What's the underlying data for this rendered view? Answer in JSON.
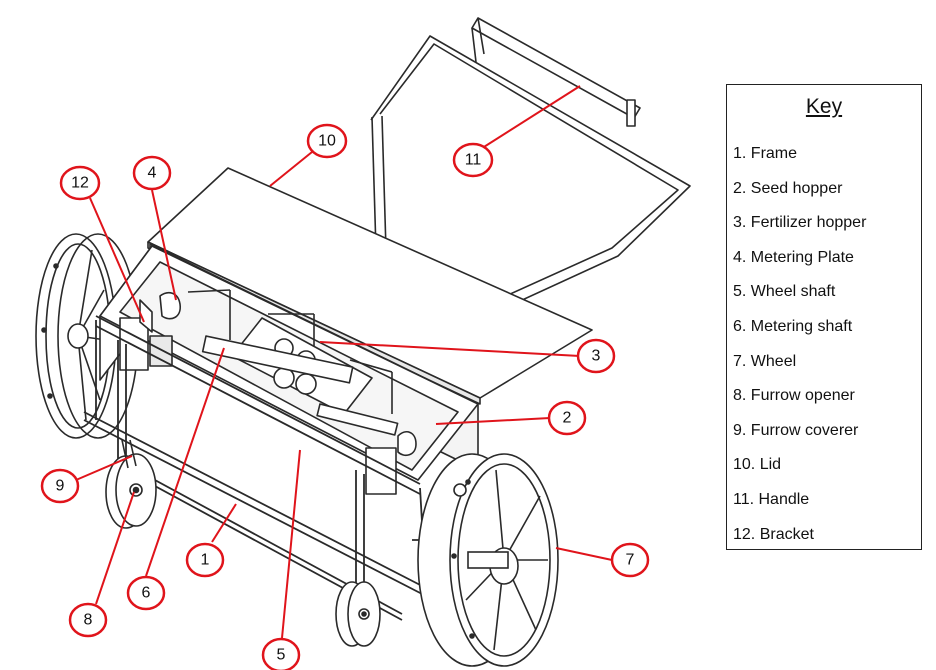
{
  "key": {
    "title": "Key",
    "items": [
      "1. Frame",
      "2. Seed hopper",
      "3. Fertilizer hopper",
      "4. Metering Plate",
      "5. Wheel shaft",
      "6. Metering shaft",
      "7. Wheel",
      "8. Furrow opener",
      "9. Furrow coverer",
      "10. Lid",
      "11. Handle",
      "12. Bracket"
    ]
  },
  "callouts": {
    "c1": "1",
    "c2": "2",
    "c3": "3",
    "c4": "4",
    "c5": "5",
    "c6": "6",
    "c7": "7",
    "c8": "8",
    "c9": "9",
    "c10": "10",
    "c11": "11",
    "c12": "12"
  },
  "colors": {
    "callout": "#e0141b",
    "line_art": "#2a2a2a",
    "surface": "#ffffff"
  }
}
